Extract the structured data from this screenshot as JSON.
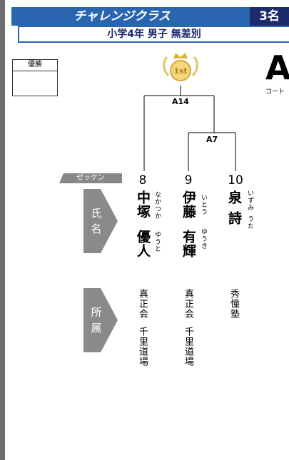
{
  "header": {
    "class_name": "チャレンジクラス",
    "count": "3名",
    "division": "小学4年 男子 無差別"
  },
  "champion_box": {
    "label": "優勝"
  },
  "court": {
    "letter": "A",
    "label": "コート"
  },
  "trophy": {
    "text": "1st"
  },
  "bracket": {
    "final_match": "A14",
    "semi_match": "A7"
  },
  "labels": {
    "zekken": "ゼッケン",
    "name": "氏名",
    "affiliation": "所属"
  },
  "players": [
    {
      "number": "8",
      "name_line1": "中塚",
      "name_line2": "優人",
      "kana_line1": "なかつか",
      "kana_line2": "ゆうと",
      "club_line1": "真正会",
      "club_line2": "千里道場"
    },
    {
      "number": "9",
      "name_line1": "伊藤",
      "name_line2": "有輝",
      "kana_line1": "いとう",
      "kana_line2": "ゆうき",
      "club_line1": "真正会",
      "club_line2": "千里道場"
    },
    {
      "number": "10",
      "name_line1": "泉",
      "name_line2": "詩",
      "kana_line1": "いずみ",
      "kana_line2": "うた",
      "club_line1": "秀憧塾",
      "club_line2": ""
    }
  ]
}
